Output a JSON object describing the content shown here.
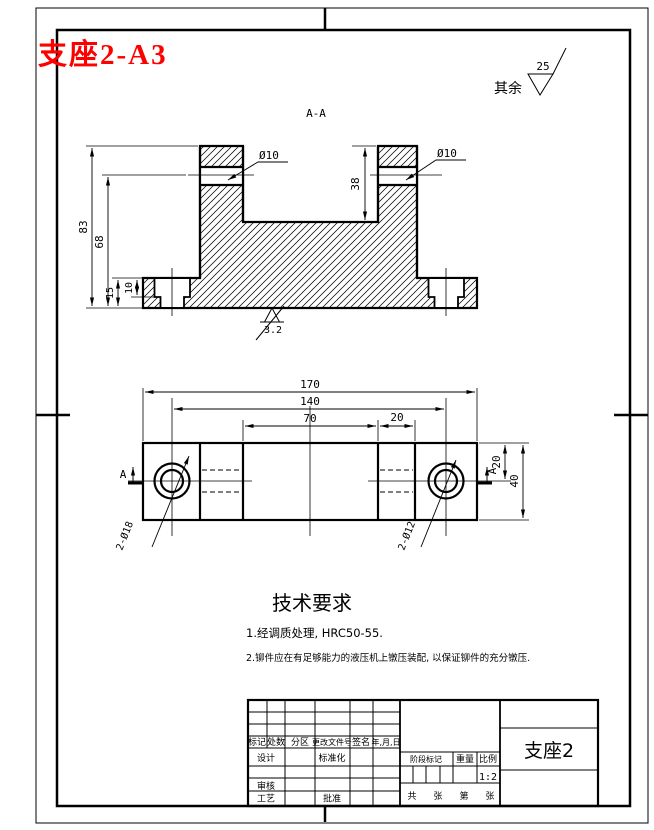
{
  "drawing_title": "支座2-A3",
  "general_finish": {
    "label": "其余",
    "roughness": "25"
  },
  "section_view": {
    "view_label": "A-A",
    "dims": {
      "hole_left": "Ø10",
      "hole_right": "Ø10",
      "depth_38": "38",
      "total_height_83": "83",
      "inner_height_68": "68",
      "flange_15": "15",
      "cbore_10": "10"
    },
    "bottom_roughness": "3.2"
  },
  "plan_view": {
    "dims": {
      "width_170": "170",
      "span_140": "140",
      "mid_70": "70",
      "off_20": "20",
      "right_20": "20",
      "height_40": "40"
    },
    "hole_labels": {
      "left": "2-Ø18",
      "right": "2-Ø12"
    },
    "cut_label_left": "A",
    "cut_label_right": "A"
  },
  "tech_requirements": {
    "heading": "技术要求",
    "item_1": "1.经调质处理, HRC50-55.",
    "item_2": "2.铆件应在有足够能力的液压机上镦压装配, 以保证铆件的充分镦压."
  },
  "title_block": {
    "part_name": "支座2",
    "scale": "1:2",
    "rev_headers": {
      "mark": "标记",
      "count": "处数",
      "zone": "分区",
      "change_doc": "更改文件号",
      "signature": "签名",
      "date": "年,月,日"
    },
    "roles": {
      "design": "设计",
      "standardization": "标准化",
      "review": "审核",
      "process": "工艺",
      "approve": "批准"
    },
    "fields": {
      "stage_mark": "阶段标记",
      "weight": "重量",
      "scale_label": "比例"
    },
    "sheet_note": {
      "total": "共",
      "sheets": "张",
      "no": "第",
      "sheet": "张"
    }
  }
}
